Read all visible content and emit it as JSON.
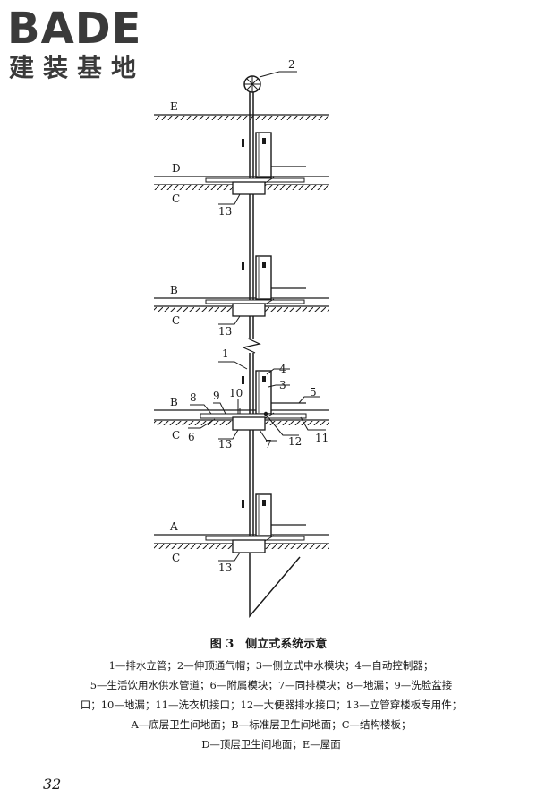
{
  "logo": {
    "wordmark": "BADE",
    "subtitle": "建装基地"
  },
  "diagram": {
    "caption": "图 3　侧立式系统示意",
    "legend_lines": [
      "1—排水立管；2—伸顶通气帽；3—侧立式中水模块；4—自动控制器；",
      "5—生活饮用水供水管道；6—附属模块；7—同排模块；8—地漏；9—洗脸盆接",
      "口；10—地漏；11—洗衣机接口；12—大便器排水接口；13—立管穿楼板专用件；",
      "A—底层卫生间地面；B—标准层卫生间地面；C—结构楼板；",
      "D—顶层卫生间地面；E—屋面"
    ],
    "level_labels": {
      "roof": "E",
      "top_floor": "D",
      "standard": "B",
      "bottom": "A",
      "slab": "C"
    },
    "part_labels": [
      "1",
      "2",
      "3",
      "4",
      "5",
      "6",
      "7",
      "8",
      "9",
      "10",
      "11",
      "12",
      "13"
    ]
  },
  "page_number": "32"
}
